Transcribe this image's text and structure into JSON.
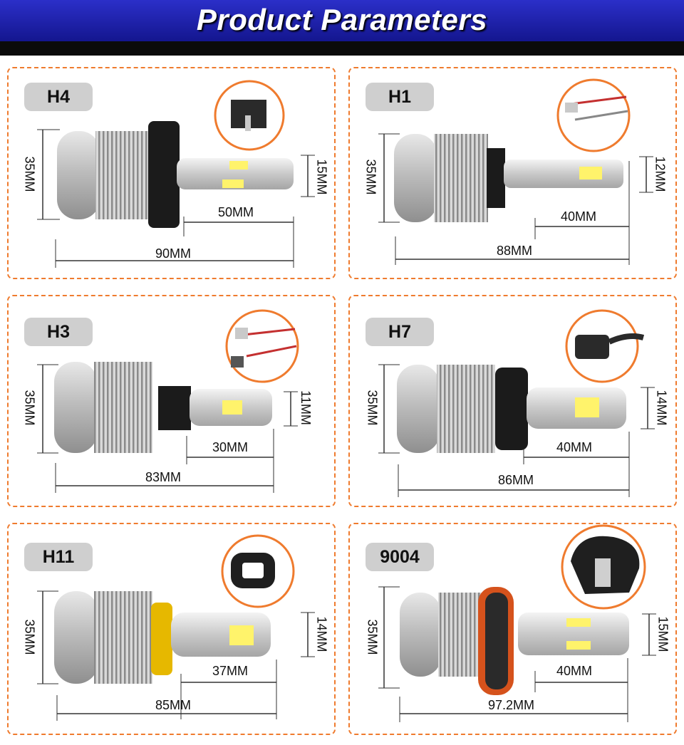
{
  "header": {
    "title": "Product Parameters"
  },
  "products": [
    {
      "type": "H4",
      "diameter": "35MM",
      "beam_width": "15MM",
      "beam_length": "50MM",
      "total_length": "90MM"
    },
    {
      "type": "H1",
      "diameter": "35MM",
      "beam_width": "12MM",
      "beam_length": "40MM",
      "total_length": "88MM"
    },
    {
      "type": "H3",
      "diameter": "35MM",
      "beam_width": "11MM",
      "beam_length": "30MM",
      "total_length": "83MM"
    },
    {
      "type": "H7",
      "diameter": "35MM",
      "beam_width": "14MM",
      "beam_length": "40MM",
      "total_length": "86MM"
    },
    {
      "type": "H11",
      "diameter": "35MM",
      "beam_width": "14MM",
      "beam_length": "37MM",
      "total_length": "85MM"
    },
    {
      "type": "9004",
      "diameter": "35MM",
      "beam_width": "15MM",
      "beam_length": "40MM",
      "total_length": "97.2MM"
    }
  ],
  "colors": {
    "header_blue": "#1f22b8",
    "card_border": "#ef7b2e",
    "label_bg": "#cfcfcf",
    "chip": "#fff36b"
  }
}
